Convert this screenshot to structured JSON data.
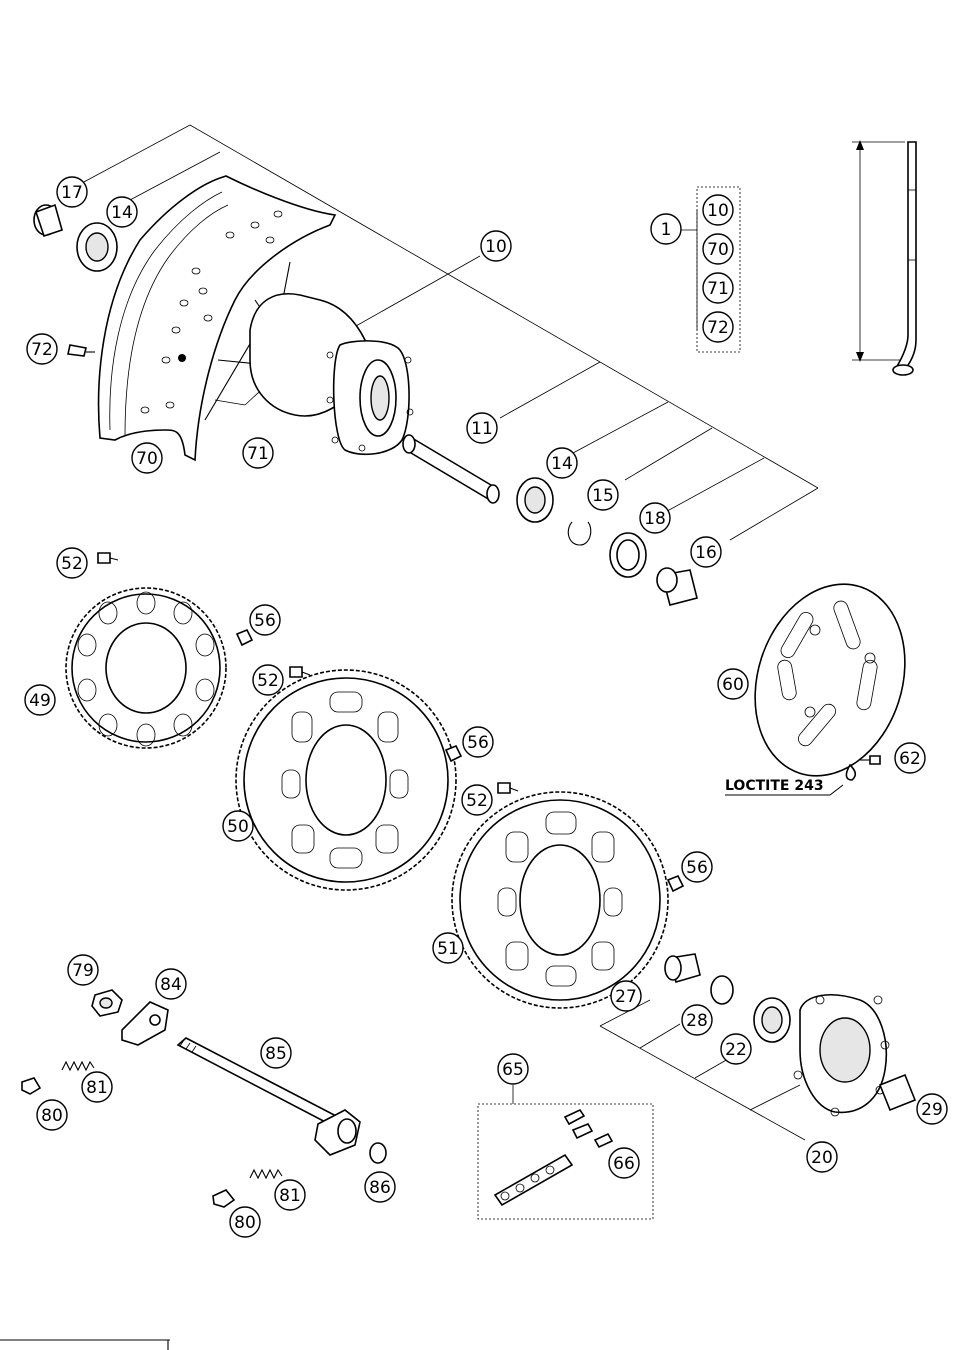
{
  "note": "LOCTITE 243",
  "callouts": [
    {
      "id": "c17",
      "label": "17"
    },
    {
      "id": "c14a",
      "label": "14"
    },
    {
      "id": "c10a",
      "label": "10"
    },
    {
      "id": "c72a",
      "label": "72"
    },
    {
      "id": "c70a",
      "label": "70"
    },
    {
      "id": "c71a",
      "label": "71"
    },
    {
      "id": "c11",
      "label": "11"
    },
    {
      "id": "c14b",
      "label": "14"
    },
    {
      "id": "c15",
      "label": "15"
    },
    {
      "id": "c18",
      "label": "18"
    },
    {
      "id": "c16",
      "label": "16"
    },
    {
      "id": "c1",
      "label": "1"
    },
    {
      "id": "c10b",
      "label": "10"
    },
    {
      "id": "c70b",
      "label": "70"
    },
    {
      "id": "c71b",
      "label": "71"
    },
    {
      "id": "c72b",
      "label": "72"
    },
    {
      "id": "c52a",
      "label": "52"
    },
    {
      "id": "c56a",
      "label": "56"
    },
    {
      "id": "c49",
      "label": "49"
    },
    {
      "id": "c52b",
      "label": "52"
    },
    {
      "id": "c56b",
      "label": "56"
    },
    {
      "id": "c50",
      "label": "50"
    },
    {
      "id": "c52c",
      "label": "52"
    },
    {
      "id": "c56c",
      "label": "56"
    },
    {
      "id": "c51",
      "label": "51"
    },
    {
      "id": "c60",
      "label": "60"
    },
    {
      "id": "c62",
      "label": "62"
    },
    {
      "id": "c79",
      "label": "79"
    },
    {
      "id": "c84",
      "label": "84"
    },
    {
      "id": "c85",
      "label": "85"
    },
    {
      "id": "c81a",
      "label": "81"
    },
    {
      "id": "c80a",
      "label": "80"
    },
    {
      "id": "c81b",
      "label": "81"
    },
    {
      "id": "c80b",
      "label": "80"
    },
    {
      "id": "c86",
      "label": "86"
    },
    {
      "id": "c65",
      "label": "65"
    },
    {
      "id": "c66",
      "label": "66"
    },
    {
      "id": "c27",
      "label": "27"
    },
    {
      "id": "c28",
      "label": "28"
    },
    {
      "id": "c22",
      "label": "22"
    },
    {
      "id": "c20",
      "label": "20"
    },
    {
      "id": "c29",
      "label": "29"
    }
  ]
}
